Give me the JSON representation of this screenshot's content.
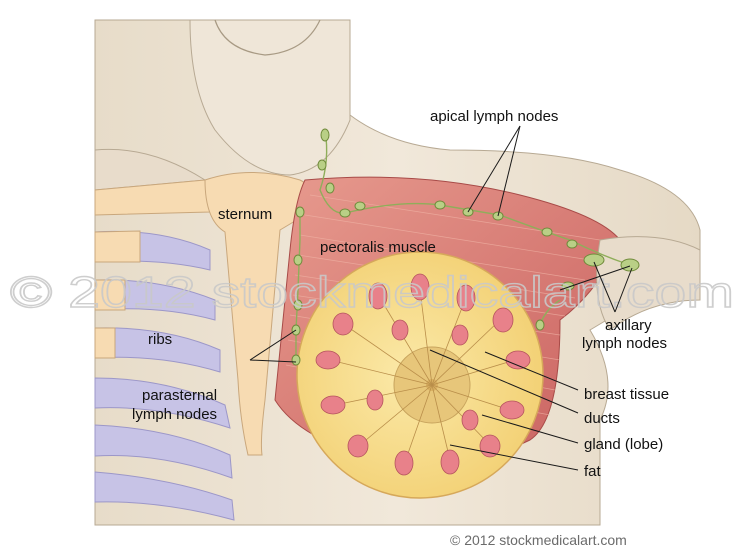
{
  "labels": {
    "apical": "apical lymph nodes",
    "sternum": "sternum",
    "pectoralis": "pectoralis muscle",
    "ribs": "ribs",
    "axillary_1": "axillary",
    "axillary_2": "lymph nodes",
    "parasternal_1": "parasternal",
    "parasternal_2": "lymph nodes",
    "breast_tissue": "breast tissue",
    "ducts": "ducts",
    "gland": "gland (lobe)",
    "fat": "fat"
  },
  "watermark": "© 2012 stockmedicalart.com",
  "copyright": "© 2012 stockmedicalart.com",
  "colors": {
    "skin": "#ece3d3",
    "muscle": "#d9716d",
    "breast": "#f6dc8a",
    "gland": "#e8818a",
    "rib_bone": "#f7dbb2",
    "cartilage": "#c7c3e6"
  }
}
